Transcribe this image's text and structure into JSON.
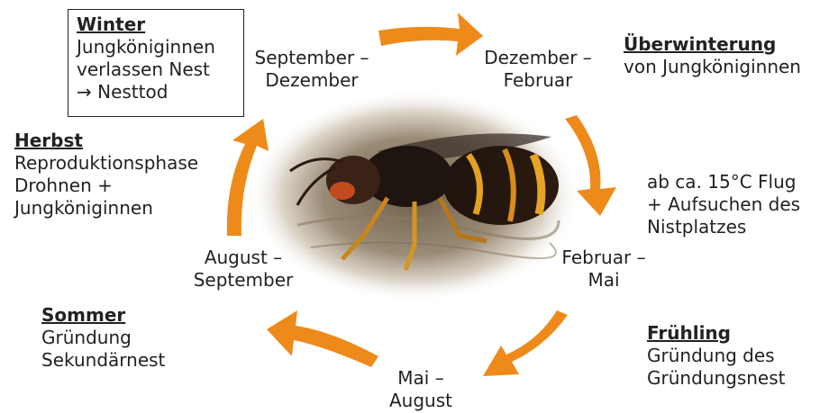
{
  "colors": {
    "arrow": "#ee8a1a",
    "text": "#222222",
    "box_border": "#222222"
  },
  "center_image": {
    "description_icon": "hornet-photo"
  },
  "periods": {
    "sep_dez": "September –\nDezember",
    "dez_feb": "Dezember –\nFebruar",
    "feb_mai": "Februar –\nMai",
    "mai_aug": "Mai –\nAugust",
    "aug_sep": "August –\nSeptember"
  },
  "phases": {
    "winter": {
      "title": "Winter",
      "text": "Jungköniginnen\nverlassen Nest\n→ Nesttod"
    },
    "ueberwinterung": {
      "title": "Überwinterung",
      "text": "von Jungköniginnen"
    },
    "flug": {
      "text": "ab ca. 15°C Flug\n+ Aufsuchen des\nNistplatzes"
    },
    "fruehling": {
      "title": "Frühling",
      "text": "Gründung des\nGründungsnest"
    },
    "sommer": {
      "title": "Sommer",
      "text": "Gründung\nSekundärnest"
    },
    "herbst": {
      "title": "Herbst",
      "text": "Reproduktionsphase\nDrohnen +\nJungköniginnen"
    }
  }
}
